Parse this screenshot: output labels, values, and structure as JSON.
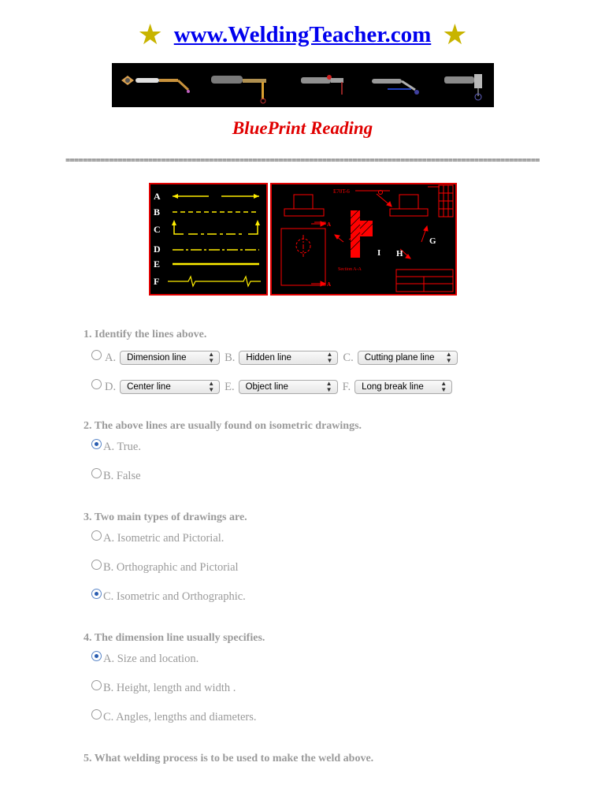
{
  "header": {
    "site": "www.WeldingTeacher.com",
    "star": "★"
  },
  "banner_icons": [
    "stick-electrode-holder-icon",
    "tig-torch-icon",
    "oxy-fuel-torch-icon",
    "mig-gun-icon",
    "plasma-torch-icon"
  ],
  "title": "BluePrint Reading",
  "separator": "=============================================================================================================",
  "figure_left": {
    "labels": [
      "A",
      "B",
      "C",
      "D",
      "E",
      "F"
    ]
  },
  "figure_right": {
    "weld_symbol": "E70T-6",
    "section_label": "Section A-A",
    "labels": [
      "A",
      "A",
      "I",
      "H",
      "G"
    ]
  },
  "questions": [
    {
      "text": "1. Identify the lines above.",
      "matching": [
        {
          "letter": "A.",
          "selected": "Dimension line",
          "checked": false
        },
        {
          "letter": "B.",
          "selected": "Hidden line"
        },
        {
          "letter": "C.",
          "selected": "Cutting plane line"
        },
        {
          "letter": "D.",
          "selected": "Center line",
          "checked": false
        },
        {
          "letter": "E.",
          "selected": "Object line"
        },
        {
          "letter": "F.",
          "selected": "Long break line"
        }
      ]
    },
    {
      "text": "2. The above lines are usually found on isometric drawings.",
      "options": [
        {
          "label": "A. True.",
          "checked": true
        },
        {
          "label": "B. False",
          "checked": false
        }
      ]
    },
    {
      "text": "3. Two main types of drawings are.",
      "options": [
        {
          "label": "A. Isometric and Pictorial.",
          "checked": false
        },
        {
          "label": "B. Orthographic and Pictorial",
          "checked": false
        },
        {
          "label": "C. Isometric and Orthographic.",
          "checked": true
        }
      ]
    },
    {
      "text": "4. The dimension line usually specifies.",
      "options": [
        {
          "label": "A. Size and location.",
          "checked": true
        },
        {
          "label": "B. Height, length and width .",
          "checked": false
        },
        {
          "label": "C. Angles, lengths and diameters.",
          "checked": false
        }
      ]
    },
    {
      "text": "5. What welding process is to be used to make the weld above."
    }
  ],
  "colors": {
    "link": "#0000ee",
    "title": "#e00000",
    "star": "#c8b400",
    "figure_border": "#e00000",
    "line_yellow": "#ffee00",
    "drawing_red": "#ff0000"
  }
}
